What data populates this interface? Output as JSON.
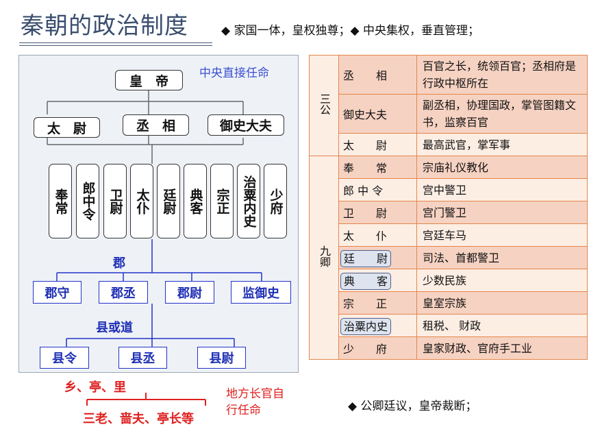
{
  "header": {
    "title": "秦朝的政治制度",
    "subtitle": "◆ 家国一体，皇权独尊；◆ 中央集权，垂直管理；"
  },
  "left_diagram": {
    "central_note": "中央直接任命",
    "emperor": "皇　帝",
    "sangong": [
      "太　尉",
      "丞　相",
      "御史大夫"
    ],
    "jiuqing": [
      "奉常",
      "郎中令",
      "卫尉",
      "太仆",
      "廷尉",
      "典客",
      "宗正",
      "治粟内史",
      "少府"
    ],
    "jun_label": "郡",
    "jun_officials": [
      "郡守",
      "郡丞",
      "郡尉",
      "监御史"
    ],
    "xian_label": "县或道",
    "xian_officials": [
      "县令",
      "县丞",
      "县尉"
    ],
    "local_label": "乡、亭、里",
    "local_officials": "三老、啬夫、亭长等",
    "local_note": "地方长官自行任命"
  },
  "right_table": {
    "groups": [
      {
        "name": "三公",
        "rows": [
          {
            "office": "丞　　相",
            "duty": "百官之长，统领百官；丞相府是行政中枢所在",
            "highlight": false
          },
          {
            "office": "御史大夫",
            "duty": "副丞相，协理国政，掌管图籍文书，监察百官",
            "highlight": false
          },
          {
            "office": "太　　尉",
            "duty": "最高武官，掌军事",
            "highlight": false
          }
        ]
      },
      {
        "name": "九卿",
        "rows": [
          {
            "office": "奉　　常",
            "duty": "宗庙礼仪教化",
            "highlight": false
          },
          {
            "office": "郎 中 令",
            "duty": "宫中警卫",
            "highlight": false
          },
          {
            "office": "卫　　尉",
            "duty": "宫门警卫",
            "highlight": false
          },
          {
            "office": "太　　仆",
            "duty": "宫廷车马",
            "highlight": false
          },
          {
            "office": "廷　　尉",
            "duty": "司法、首都警卫",
            "highlight": true
          },
          {
            "office": "典　　客",
            "duty": "少数民族",
            "highlight": true
          },
          {
            "office": "宗　　正",
            "duty": "皇室宗族",
            "highlight": false
          },
          {
            "office": "治粟内史",
            "duty": "租税、 财政",
            "highlight": true
          },
          {
            "office": "少　　府",
            "duty": "皇家财政、官府手工业",
            "highlight": false
          }
        ]
      }
    ]
  },
  "bottom_note": "◆ 公卿廷议，皇帝裁断；",
  "colors": {
    "title": "#3a4e6e",
    "blue_text": "#1f2fb5",
    "red_text": "#e02020",
    "table_border": "#e4864a",
    "row_dark": "#f6d2c2",
    "row_light": "#fdeee4"
  }
}
